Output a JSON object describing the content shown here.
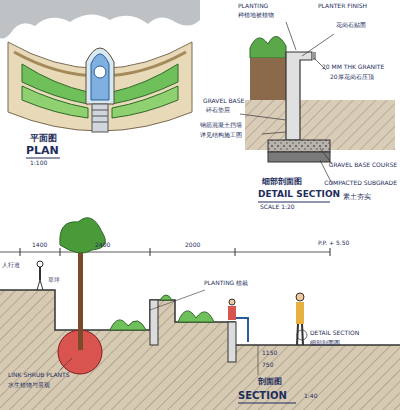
{
  "diagram": {
    "labels": [
      "平面图",
      "PLAN",
      "1:100",
      "PLANTING",
      "种植地被植物",
      "PLANTER FINISH",
      "花岗石贴面",
      "20 MM THK GRANITE",
      "20厚花岗石压顶",
      "GRAVEL BASE",
      "碎石垫层",
      "钢筋混凝土挡墙",
      "详见结构施工图",
      "细部剖面图",
      "DETAIL SECTION",
      "SCALE 1:20",
      "GRAVEL BASE COURSE",
      "COMPACTED SUBGRADE",
      "素土夯实",
      "1400",
      "2400",
      "2000",
      "P.P. + 5.50",
      "人行道",
      "草坪",
      "PLANTING 植栽",
      "DETAIL SECTION",
      "细部剖面图",
      "1150",
      "750",
      "LINK SHRUB PLANTS",
      "水生植物与景观",
      "剖面图",
      "SECTION",
      "1:40"
    ]
  }
}
